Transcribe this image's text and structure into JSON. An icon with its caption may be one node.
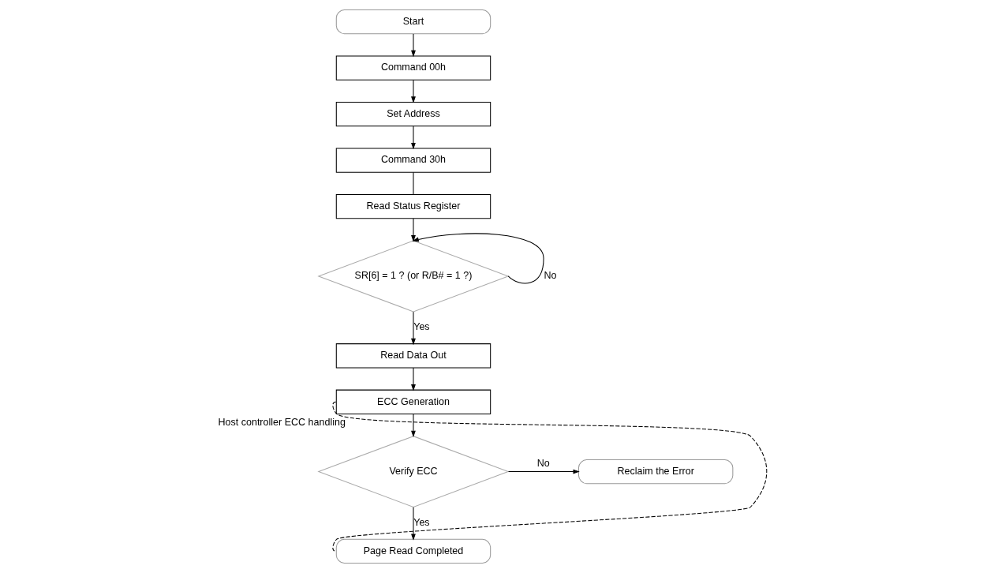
{
  "diagram": {
    "nodes": [
      {
        "text": [
          "Start"
        ]
      },
      {
        "text": [
          "Command 00h"
        ]
      },
      {
        "text": [
          "Set Address"
        ]
      },
      {
        "text": [
          "Command 30h"
        ]
      },
      {
        "text": [
          "Read Status Register"
        ]
      },
      {
        "text": [
          "SR[6] = 1 ? (or R/B# = 1 ?)"
        ]
      },
      {
        "text": [
          "Read Data Out"
        ]
      },
      {
        "text": [
          "ECC Generation"
        ]
      },
      {
        "text": [
          "Verify ECC"
        ]
      },
      {
        "text": [
          "Reclaim the Error"
        ]
      },
      {
        "text": [
          "Page Read Completed"
        ]
      }
    ],
    "edges": [
      {
        "from": 0,
        "to": 1,
        "arrow": "to"
      },
      {
        "from": 1,
        "to": 2,
        "arrow": "to"
      },
      {
        "from": 2,
        "to": 3,
        "arrow": "to"
      },
      {
        "from": 3,
        "to": 4,
        "arrow": "none"
      },
      {
        "from": 4,
        "to": 5,
        "arrow": "to"
      },
      {
        "from": 5,
        "to": 5,
        "arrow": "to",
        "label": "No"
      },
      {
        "from": 5,
        "to": 6,
        "arrow": "to",
        "label": "Yes"
      },
      {
        "from": 6,
        "to": 7,
        "arrow": "to"
      },
      {
        "from": 7,
        "to": 8,
        "arrow": "to"
      },
      {
        "from": 8,
        "to": 9,
        "arrow": "to",
        "label": "No"
      },
      {
        "from": 8,
        "to": 10,
        "arrow": "to",
        "label": "Yes"
      },
      {
        "from": 7,
        "to": 10,
        "arrow": "none",
        "style": "dashed",
        "label": "Host controller ECC handling"
      }
    ]
  }
}
